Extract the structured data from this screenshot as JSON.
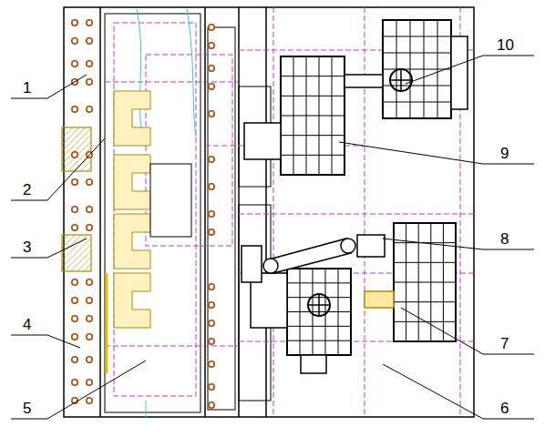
{
  "diagram": {
    "labels": [
      "1",
      "2",
      "3",
      "4",
      "5",
      "10",
      "9",
      "8",
      "7",
      "6"
    ]
  }
}
